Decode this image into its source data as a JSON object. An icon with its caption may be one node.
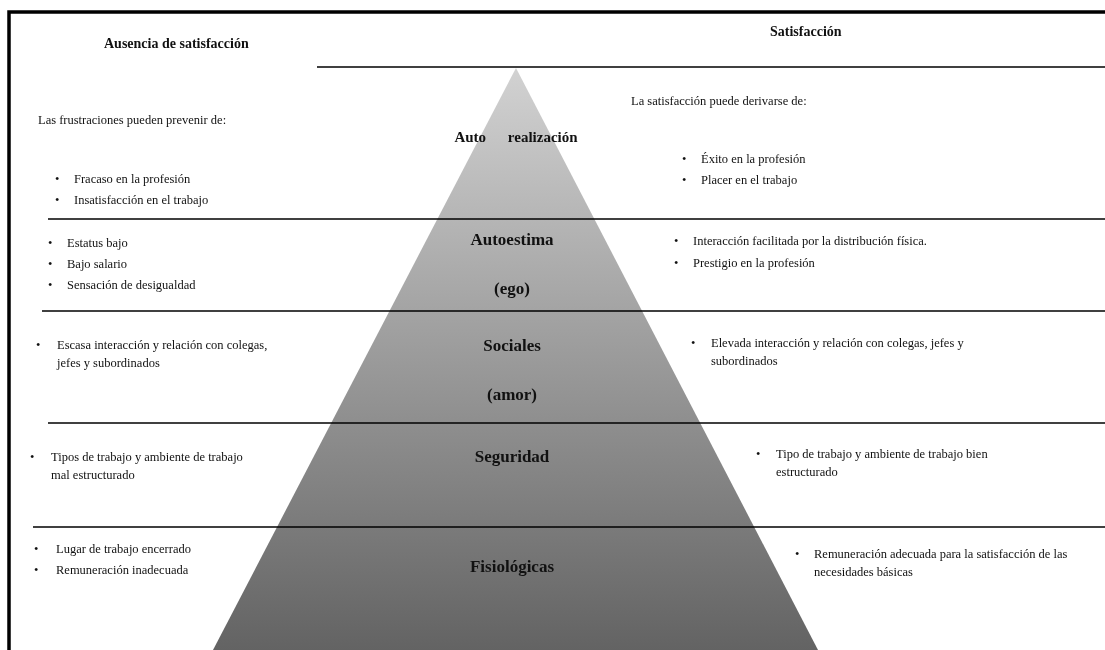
{
  "diagram": {
    "labels": [
      "Ausencia de satisfacción",
      "Satisfacción",
      "La satisfacción puede derivarse de:",
      "Las frustraciones pueden prevenir de:",
      "Auto realización",
      "•",
      "Éxito en la profesión",
      "•",
      "Fracaso en la profesión",
      "•",
      "Placer en el trabajo",
      "•",
      "Insatisfacción en el trabajo",
      "•",
      "Estatus bajo",
      "Autoestima",
      "•",
      "Interacción facilitada por la distribución física.",
      "•",
      "Bajo salario",
      "•",
      "Prestigio en la profesión",
      "•",
      "Sensación de desigualdad",
      "(ego)",
      "•",
      "Escasa interacción y relación con colegas, jefes y subordinados",
      "Sociales",
      "•",
      "Elevada interacción y relación con colegas, jefes y subordinados",
      "(amor)",
      "•",
      "Tipos de trabajo y ambiente de trabajo mal estructurado",
      "Seguridad",
      "•",
      "Tipo de trabajo y ambiente de trabajo bien estructurado",
      "•",
      "Lugar de trabajo encerrado",
      "•",
      "Remuneración adecuada para la satisfacción de las necesidades básicas",
      "•",
      "Remuneración inadecuada",
      "Fisiológicas"
    ]
  }
}
